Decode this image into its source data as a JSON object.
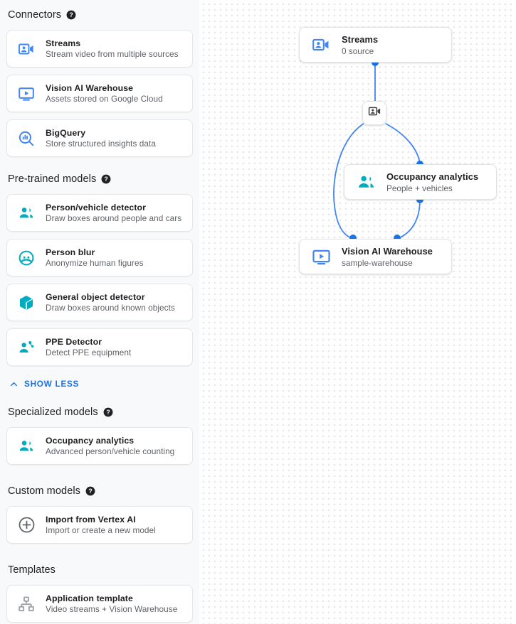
{
  "colors": {
    "accent_blue": "#1a73e8",
    "node_blue": "#4285f4",
    "teal": "#00acc1",
    "gray_icon": "#9aa0a6",
    "text_primary": "#202124",
    "text_secondary": "#5f6368",
    "sidebar_bg": "#f8f9fa"
  },
  "sidebar": {
    "sections": [
      {
        "title": "Connectors",
        "has_help": true,
        "items": [
          {
            "icon": "video-camera-account-icon",
            "title": "Streams",
            "sub": "Stream video from multiple sources"
          },
          {
            "icon": "monitor-play-icon",
            "title": "Vision AI Warehouse",
            "sub": "Assets stored on Google Cloud"
          },
          {
            "icon": "bigquery-search-chart-icon",
            "title": "BigQuery",
            "sub": "Store structured insights data"
          }
        ]
      },
      {
        "title": "Pre-trained models",
        "has_help": true,
        "items": [
          {
            "icon": "people-group-icon",
            "title": "Person/vehicle detector",
            "sub": "Draw boxes around people and cars"
          },
          {
            "icon": "face-circle-icon",
            "title": "Person blur",
            "sub": "Anonymize human figures"
          },
          {
            "icon": "cube-box-icon",
            "title": "General object detector",
            "sub": "Draw boxes around known objects"
          },
          {
            "icon": "ppe-person-icon",
            "title": "PPE Detector",
            "sub": "Detect PPE equipment"
          }
        ],
        "show_less_label": "SHOW LESS"
      },
      {
        "title": "Specialized models",
        "has_help": true,
        "items": [
          {
            "icon": "people-group-icon",
            "title": "Occupancy analytics",
            "sub": "Advanced person/vehicle counting"
          }
        ]
      },
      {
        "title": "Custom models",
        "has_help": true,
        "items": [
          {
            "icon": "plus-circle-icon",
            "title": "Import from Vertex AI",
            "sub": "Import or create a new model"
          }
        ]
      },
      {
        "title": "Templates",
        "has_help": false,
        "items": [
          {
            "icon": "hierarchy-sitemap-icon",
            "title": "Application template",
            "sub": "Video streams + Vision Warehouse"
          }
        ]
      }
    ]
  },
  "graph": {
    "nodes": [
      {
        "id": "streams",
        "icon": "video-camera-account-icon",
        "title": "Streams",
        "sub": "0 source"
      },
      {
        "id": "camera",
        "icon": "video-camera-account-icon",
        "title": "",
        "sub": ""
      },
      {
        "id": "occupancy",
        "icon": "people-group-icon",
        "title": "Occupancy analytics",
        "sub": "People + vehicles"
      },
      {
        "id": "warehouse",
        "icon": "monitor-play-icon",
        "title": "Vision AI Warehouse",
        "sub": "sample-warehouse"
      }
    ]
  }
}
